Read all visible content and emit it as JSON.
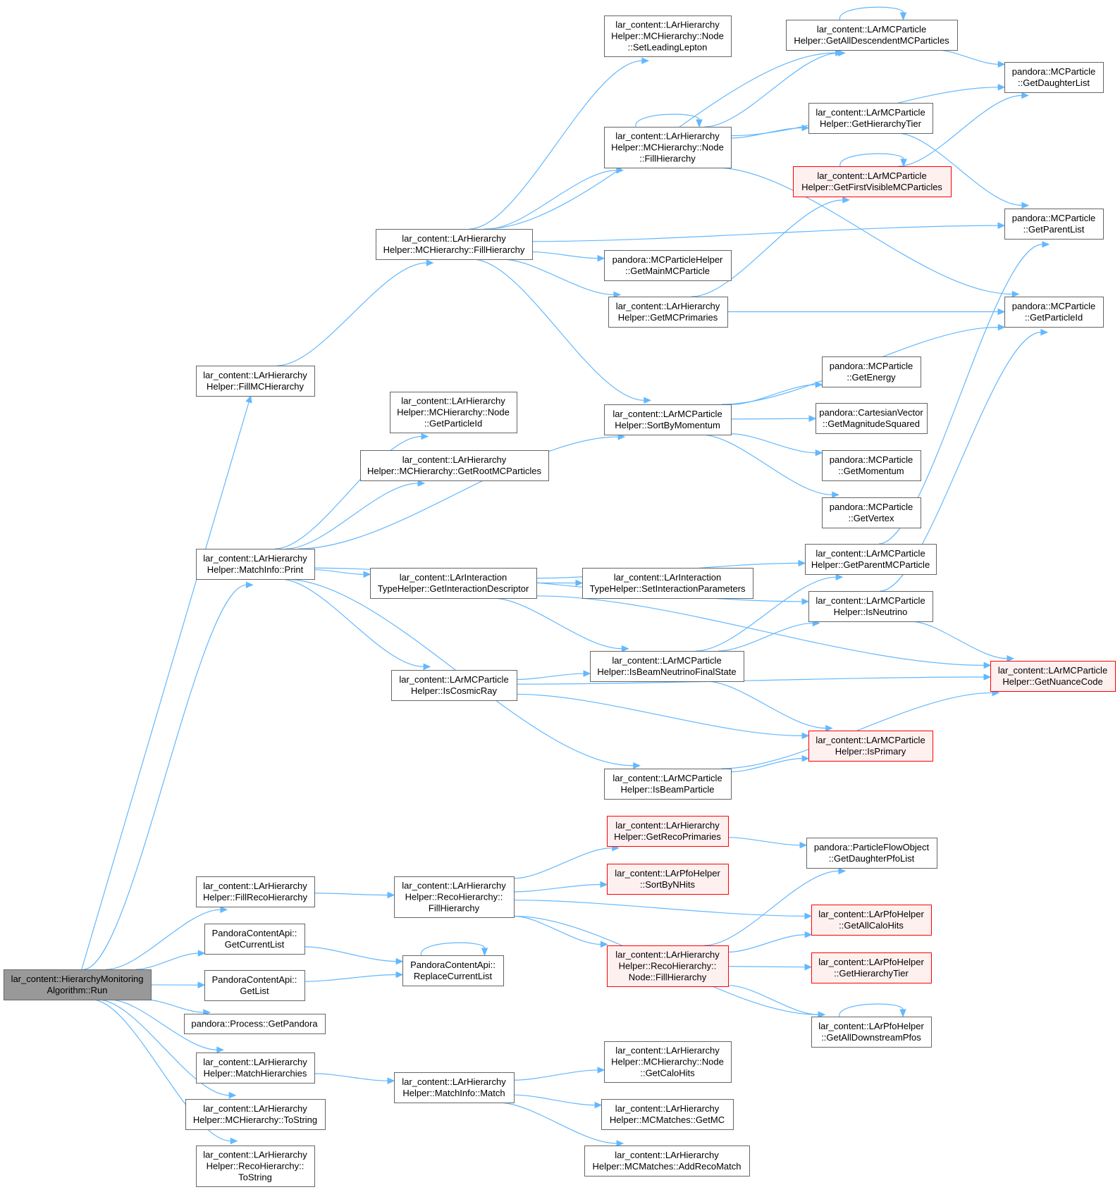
{
  "colors": {
    "edge": "#63b8ff",
    "node_border": "#666666",
    "highlight_border": "#ff0000",
    "highlight_fill": "#fff0f0",
    "root_fill": "#999999"
  },
  "nodes": [
    {
      "id": "run",
      "style": "root",
      "lines": [
        "lar_content::HierarchyMonitoring",
        "Algorithm::Run"
      ]
    },
    {
      "id": "fillMC",
      "style": "normal",
      "lines": [
        "lar_content::LArHierarchy",
        "Helper::FillMCHierarchy"
      ]
    },
    {
      "id": "mcFill",
      "style": "normal",
      "lines": [
        "lar_content::LArHierarchy",
        "Helper::MCHierarchy::FillHierarchy"
      ]
    },
    {
      "id": "setLead",
      "style": "normal",
      "lines": [
        "lar_content::LArHierarchy",
        "Helper::MCHierarchy::Node",
        "::SetLeadingLepton"
      ]
    },
    {
      "id": "allDesc",
      "style": "normal",
      "lines": [
        "lar_content::LArMCParticle",
        "Helper::GetAllDescendentMCParticles"
      ]
    },
    {
      "id": "daughter",
      "style": "normal",
      "lines": [
        "pandora::MCParticle",
        "::GetDaughterList"
      ]
    },
    {
      "id": "nodeFill",
      "style": "normal",
      "lines": [
        "lar_content::LArHierarchy",
        "Helper::MCHierarchy::Node",
        "::FillHierarchy"
      ]
    },
    {
      "id": "tier",
      "style": "normal",
      "lines": [
        "lar_content::LArMCParticle",
        "Helper::GetHierarchyTier"
      ]
    },
    {
      "id": "firstVis",
      "style": "red",
      "lines": [
        "lar_content::LArMCParticle",
        "Helper::GetFirstVisibleMCParticles"
      ]
    },
    {
      "id": "parentList",
      "style": "normal",
      "lines": [
        "pandora::MCParticle",
        "::GetParentList"
      ]
    },
    {
      "id": "mainMC",
      "style": "normal",
      "lines": [
        "pandora::MCParticleHelper",
        "::GetMainMCParticle"
      ]
    },
    {
      "id": "mcPrim",
      "style": "normal",
      "lines": [
        "lar_content::LArHierarchy",
        "Helper::GetMCPrimaries"
      ]
    },
    {
      "id": "pid",
      "style": "normal",
      "lines": [
        "pandora::MCParticle",
        "::GetParticleId"
      ]
    },
    {
      "id": "nodePid",
      "style": "normal",
      "lines": [
        "lar_content::LArHierarchy",
        "Helper::MCHierarchy::Node",
        "::GetParticleId"
      ]
    },
    {
      "id": "rootMC",
      "style": "normal",
      "lines": [
        "lar_content::LArHierarchy",
        "Helper::MCHierarchy::GetRootMCParticles"
      ]
    },
    {
      "id": "sortMom",
      "style": "normal",
      "lines": [
        "lar_content::LArMCParticle",
        "Helper::SortByMomentum"
      ]
    },
    {
      "id": "energy",
      "style": "normal",
      "lines": [
        "pandora::MCParticle",
        "::GetEnergy"
      ]
    },
    {
      "id": "magSq",
      "style": "normal",
      "lines": [
        "pandora::CartesianVector",
        "::GetMagnitudeSquared"
      ]
    },
    {
      "id": "momentum",
      "style": "normal",
      "lines": [
        "pandora::MCParticle",
        "::GetMomentum"
      ]
    },
    {
      "id": "vertex",
      "style": "normal",
      "lines": [
        "pandora::MCParticle",
        "::GetVertex"
      ]
    },
    {
      "id": "print",
      "style": "normal",
      "lines": [
        "lar_content::LArHierarchy",
        "Helper::MatchInfo::Print"
      ]
    },
    {
      "id": "parentMC",
      "style": "normal",
      "lines": [
        "lar_content::LArMCParticle",
        "Helper::GetParentMCParticle"
      ]
    },
    {
      "id": "intDesc",
      "style": "normal",
      "lines": [
        "lar_content::LArInteraction",
        "TypeHelper::GetInteractionDescriptor"
      ]
    },
    {
      "id": "setInt",
      "style": "normal",
      "lines": [
        "lar_content::LArInteraction",
        "TypeHelper::SetInteractionParameters"
      ]
    },
    {
      "id": "isNu",
      "style": "normal",
      "lines": [
        "lar_content::LArMCParticle",
        "Helper::IsNeutrino"
      ]
    },
    {
      "id": "beamNuFS",
      "style": "normal",
      "lines": [
        "lar_content::LArMCParticle",
        "Helper::IsBeamNeutrinoFinalState"
      ]
    },
    {
      "id": "nuance",
      "style": "red",
      "lines": [
        "lar_content::LArMCParticle",
        "Helper::GetNuanceCode"
      ]
    },
    {
      "id": "cosmic",
      "style": "normal",
      "lines": [
        "lar_content::LArMCParticle",
        "Helper::IsCosmicRay"
      ]
    },
    {
      "id": "isPrim",
      "style": "red",
      "lines": [
        "lar_content::LArMCParticle",
        "Helper::IsPrimary"
      ]
    },
    {
      "id": "beamPart",
      "style": "normal",
      "lines": [
        "lar_content::LArMCParticle",
        "Helper::IsBeamParticle"
      ]
    },
    {
      "id": "recoPrim",
      "style": "red",
      "lines": [
        "lar_content::LArHierarchy",
        "Helper::GetRecoPrimaries"
      ]
    },
    {
      "id": "pfoDaughter",
      "style": "normal",
      "lines": [
        "pandora::ParticleFlowObject",
        "::GetDaughterPfoList"
      ]
    },
    {
      "id": "fillReco",
      "style": "normal",
      "lines": [
        "lar_content::LArHierarchy",
        "Helper::FillRecoHierarchy"
      ]
    },
    {
      "id": "recoFill",
      "style": "normal",
      "lines": [
        "lar_content::LArHierarchy",
        "Helper::RecoHierarchy::",
        "FillHierarchy"
      ]
    },
    {
      "id": "sortNHits",
      "style": "red",
      "lines": [
        "lar_content::LArPfoHelper",
        "::SortByNHits"
      ]
    },
    {
      "id": "calo",
      "style": "red",
      "lines": [
        "lar_content::LArPfoHelper",
        "::GetAllCaloHits"
      ]
    },
    {
      "id": "curList",
      "style": "normal",
      "lines": [
        "PandoraContentApi::",
        "GetCurrentList"
      ]
    },
    {
      "id": "replace",
      "style": "normal",
      "lines": [
        "PandoraContentApi::",
        "ReplaceCurrentList"
      ]
    },
    {
      "id": "recoNodeFill",
      "style": "red",
      "lines": [
        "lar_content::LArHierarchy",
        "Helper::RecoHierarchy::",
        "Node::FillHierarchy"
      ]
    },
    {
      "id": "pfoTier",
      "style": "red",
      "lines": [
        "lar_content::LArPfoHelper",
        "::GetHierarchyTier"
      ]
    },
    {
      "id": "getList",
      "style": "normal",
      "lines": [
        "PandoraContentApi::",
        "GetList"
      ]
    },
    {
      "id": "getPandora",
      "style": "normal",
      "lines": [
        "pandora::Process::GetPandora"
      ]
    },
    {
      "id": "downPfos",
      "style": "normal",
      "lines": [
        "lar_content::LArPfoHelper",
        "::GetAllDownstreamPfos"
      ]
    },
    {
      "id": "matchH",
      "style": "normal",
      "lines": [
        "lar_content::LArHierarchy",
        "Helper::MatchHierarchies"
      ]
    },
    {
      "id": "match",
      "style": "normal",
      "lines": [
        "lar_content::LArHierarchy",
        "Helper::MatchInfo::Match"
      ]
    },
    {
      "id": "caloNode",
      "style": "normal",
      "lines": [
        "lar_content::LArHierarchy",
        "Helper::MCHierarchy::Node",
        "::GetCaloHits"
      ]
    },
    {
      "id": "getMC",
      "style": "normal",
      "lines": [
        "lar_content::LArHierarchy",
        "Helper::MCMatches::GetMC"
      ]
    },
    {
      "id": "mcToString",
      "style": "normal",
      "lines": [
        "lar_content::LArHierarchy",
        "Helper::MCHierarchy::ToString"
      ]
    },
    {
      "id": "addReco",
      "style": "normal",
      "lines": [
        "lar_content::LArHierarchy",
        "Helper::MCMatches::AddRecoMatch"
      ]
    },
    {
      "id": "recoToString",
      "style": "normal",
      "lines": [
        "lar_content::LArHierarchy",
        "Helper::RecoHierarchy::",
        "ToString"
      ]
    }
  ]
}
